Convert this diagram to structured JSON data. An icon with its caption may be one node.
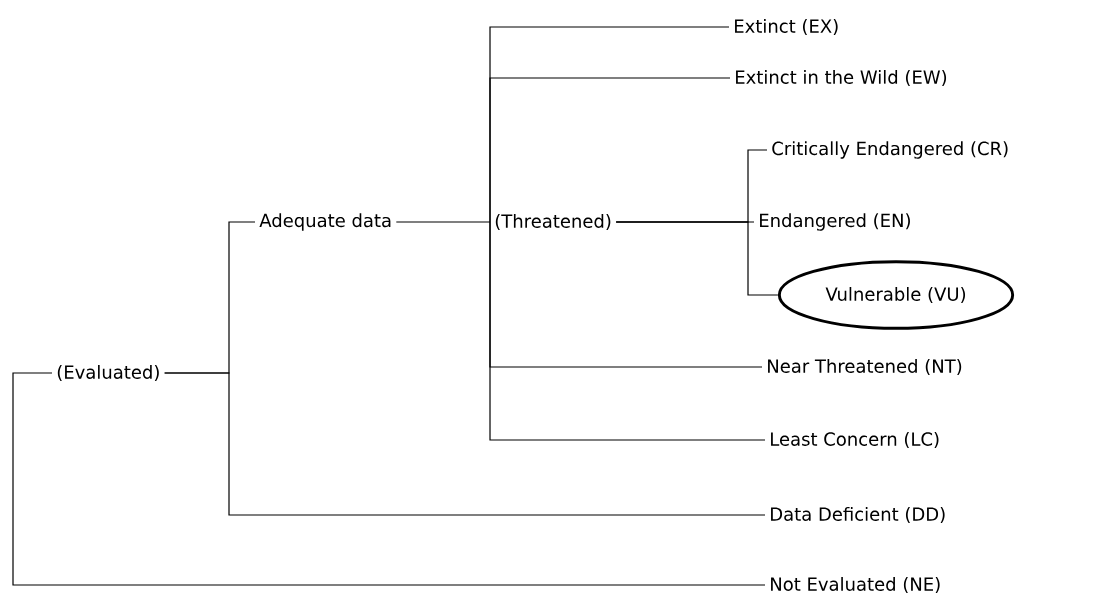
{
  "diagram": {
    "nodes": [
      {
        "text": [
          "(Evaluated)"
        ]
      },
      {
        "text": [
          "Adequate data"
        ]
      },
      {
        "text": [
          "(Threatened)"
        ]
      },
      {
        "text": [
          "Extinct (EX)"
        ]
      },
      {
        "text": [
          "Extinct in the Wild (EW)"
        ]
      },
      {
        "text": [
          "Critically Endangered (CR)"
        ]
      },
      {
        "text": [
          "Endangered (EN)"
        ]
      },
      {
        "text": [
          "Vulnerable (VU)"
        ]
      },
      {
        "text": [
          "Near Threatened (NT)"
        ]
      },
      {
        "text": [
          "Least Concern (LC)"
        ]
      },
      {
        "text": [
          "Data Deficient (DD)"
        ]
      },
      {
        "text": [
          "Not Evaluated (NE)"
        ]
      }
    ],
    "edges": [
      {
        "from": 0,
        "to": 1,
        "arrow": "none"
      },
      {
        "from": 0,
        "to": 10,
        "arrow": "none"
      },
      {
        "from": 0,
        "to": 11,
        "arrow": "none"
      },
      {
        "from": 1,
        "to": 2,
        "arrow": "none"
      },
      {
        "from": 2,
        "to": 3,
        "arrow": "none"
      },
      {
        "from": 2,
        "to": 4,
        "arrow": "none"
      },
      {
        "from": 2,
        "to": 5,
        "arrow": "none"
      },
      {
        "from": 2,
        "to": 6,
        "arrow": "none"
      },
      {
        "from": 2,
        "to": 7,
        "arrow": "none"
      },
      {
        "from": 2,
        "to": 8,
        "arrow": "none"
      },
      {
        "from": 2,
        "to": 9,
        "arrow": "none"
      }
    ]
  }
}
